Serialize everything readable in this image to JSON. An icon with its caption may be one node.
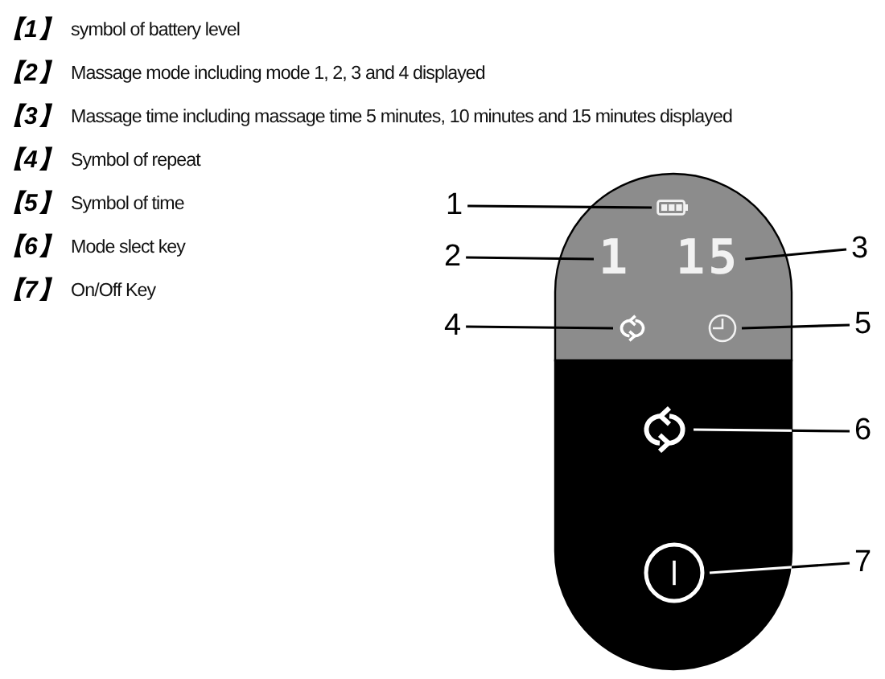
{
  "diagram": {
    "nodes": [
      {
        "text": [
          "1"
        ]
      },
      {
        "text": [
          "2"
        ]
      },
      {
        "text": [
          "3"
        ]
      },
      {
        "text": [
          "4"
        ]
      },
      {
        "text": [
          "5"
        ]
      },
      {
        "text": [
          "6"
        ]
      },
      {
        "text": [
          "7"
        ]
      },
      {
        "text": [],
        "shape": "battery"
      },
      {
        "text": [
          "1"
        ]
      },
      {
        "text": [
          "15"
        ]
      },
      {
        "text": [],
        "shape": "repeat"
      },
      {
        "text": [],
        "shape": "clock"
      },
      {
        "text": [],
        "shape": "repeat"
      },
      {
        "text": [],
        "shape": "power"
      }
    ],
    "edges": [
      {
        "from": 0,
        "to": 7,
        "arrow": "none"
      },
      {
        "from": 1,
        "to": 8,
        "arrow": "none"
      },
      {
        "from": 2,
        "to": 9,
        "arrow": "none"
      },
      {
        "from": 3,
        "to": 10,
        "arrow": "none"
      },
      {
        "from": 4,
        "to": 11,
        "arrow": "none"
      },
      {
        "from": 5,
        "to": 12,
        "arrow": "none"
      },
      {
        "from": 6,
        "to": 13,
        "arrow": "none"
      }
    ],
    "labels": [
      "【1】",
      "symbol of battery level",
      "【2】",
      "Massage mode including mode 1, 2, 3 and 4 displayed",
      "【3】",
      "Massage time including massage time 5 minutes, 10 minutes and 15 minutes displayed",
      "【4】",
      "Symbol of repeat",
      "【5】",
      "Symbol of time",
      "【6】",
      "Mode slect key",
      "【7】",
      "On/Off Key"
    ]
  }
}
